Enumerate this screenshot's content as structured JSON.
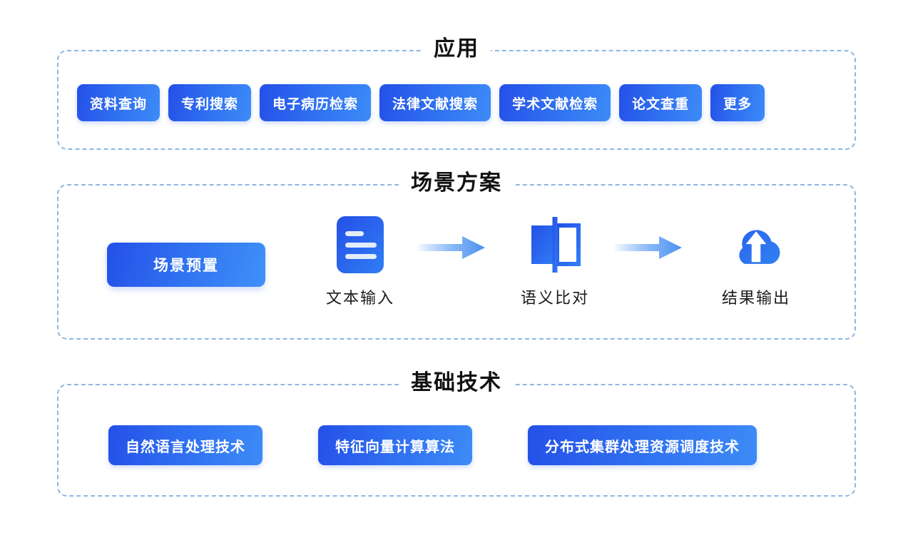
{
  "diagram": {
    "background_color": "#ffffff",
    "accent_color": "#2f6ff0",
    "dashed_border_color": "#8fb6e3",
    "sections": [
      {
        "id": "application",
        "title": "应用",
        "items": [
          {
            "label": "资料查询"
          },
          {
            "label": "专利搜索"
          },
          {
            "label": "电子病历检索"
          },
          {
            "label": "法律文献搜索"
          },
          {
            "label": "学术文献检索"
          },
          {
            "label": "论文查重"
          },
          {
            "label": "更多"
          }
        ]
      },
      {
        "id": "scenario",
        "title": "场景方案",
        "preset": {
          "label": "场景预置"
        },
        "steps": [
          {
            "label": "文本输入",
            "icon": "document-lines-icon"
          },
          {
            "label": "语义比对",
            "icon": "compare-squares-icon"
          },
          {
            "label": "结果输出",
            "icon": "cloud-upload-icon"
          }
        ],
        "connectors": [
          {
            "icon": "arrow-right-icon"
          },
          {
            "icon": "arrow-right-icon"
          }
        ]
      },
      {
        "id": "foundation",
        "title": "基础技术",
        "items": [
          {
            "label": "自然语言处理技术"
          },
          {
            "label": "特征向量计算算法"
          },
          {
            "label": "分布式集群处理资源调度技术"
          }
        ]
      }
    ]
  }
}
